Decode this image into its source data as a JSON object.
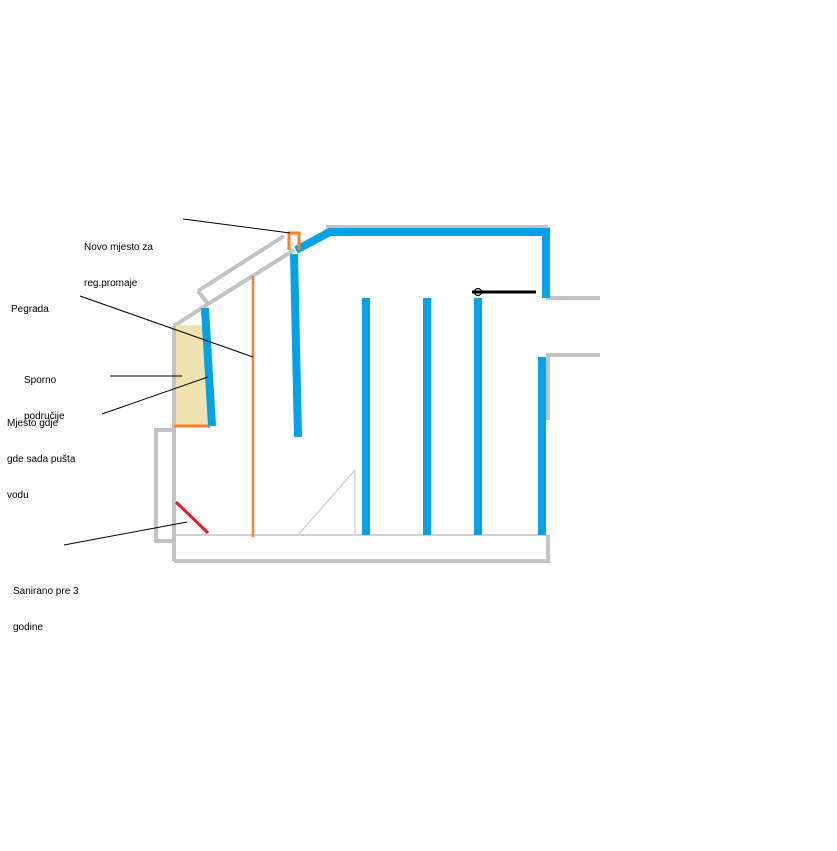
{
  "labels": {
    "novo_mjesto_line1": "Novo mjesto za",
    "novo_mjesto_line2": "reg.promaje",
    "pegrada": "Pegrada",
    "sporno_line1": "Sporno",
    "sporno_line2": "područije",
    "mjesto_line1": "Mjesto gdje",
    "mjesto_line2": "gde sada pušta",
    "mjesto_line3": "vodu",
    "sanirano_line1": "Sanirano pre 3",
    "sanirano_line2": "godine"
  },
  "colors": {
    "wall": "#c3c3c3",
    "water": "#00a2e8",
    "pipe": "#ff7f27",
    "fill": "#efe4b0",
    "repair": "#ed1c24",
    "leader": "#000000"
  }
}
